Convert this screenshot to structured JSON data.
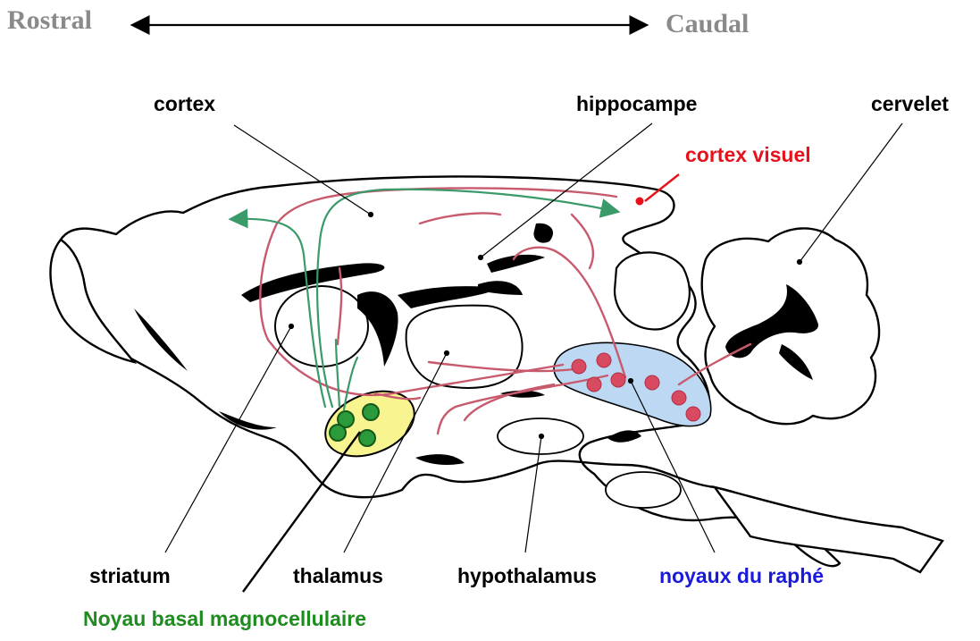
{
  "axis": {
    "left": "Rostral",
    "right": "Caudal"
  },
  "labels": {
    "cortex": "cortex",
    "hippocampe": "hippocampe",
    "cervelet": "cervelet",
    "cortex_visuel": "cortex visuel",
    "striatum": "striatum",
    "thalamus": "thalamus",
    "hypothalamus": "hypothalamus",
    "noyaux_raphe": "noyaux du raphé",
    "noyau_basal": "Noyau basal magnocellulaire"
  },
  "colors": {
    "axis_text": "#8a8a8a",
    "cortex_visuel": "#e8101a",
    "noyaux_raphe": "#1a1adc",
    "noyau_basal": "#1e8c1e",
    "serotonin_fibers": "#c85a6e",
    "serotonin_neurons": "#d84a60",
    "raphe_region": "#bcd8f2",
    "cholinergic_fibers": "#3a9a6a",
    "cholinergic_neurons": "#2a9a3a",
    "basal_region": "#f8f490"
  }
}
